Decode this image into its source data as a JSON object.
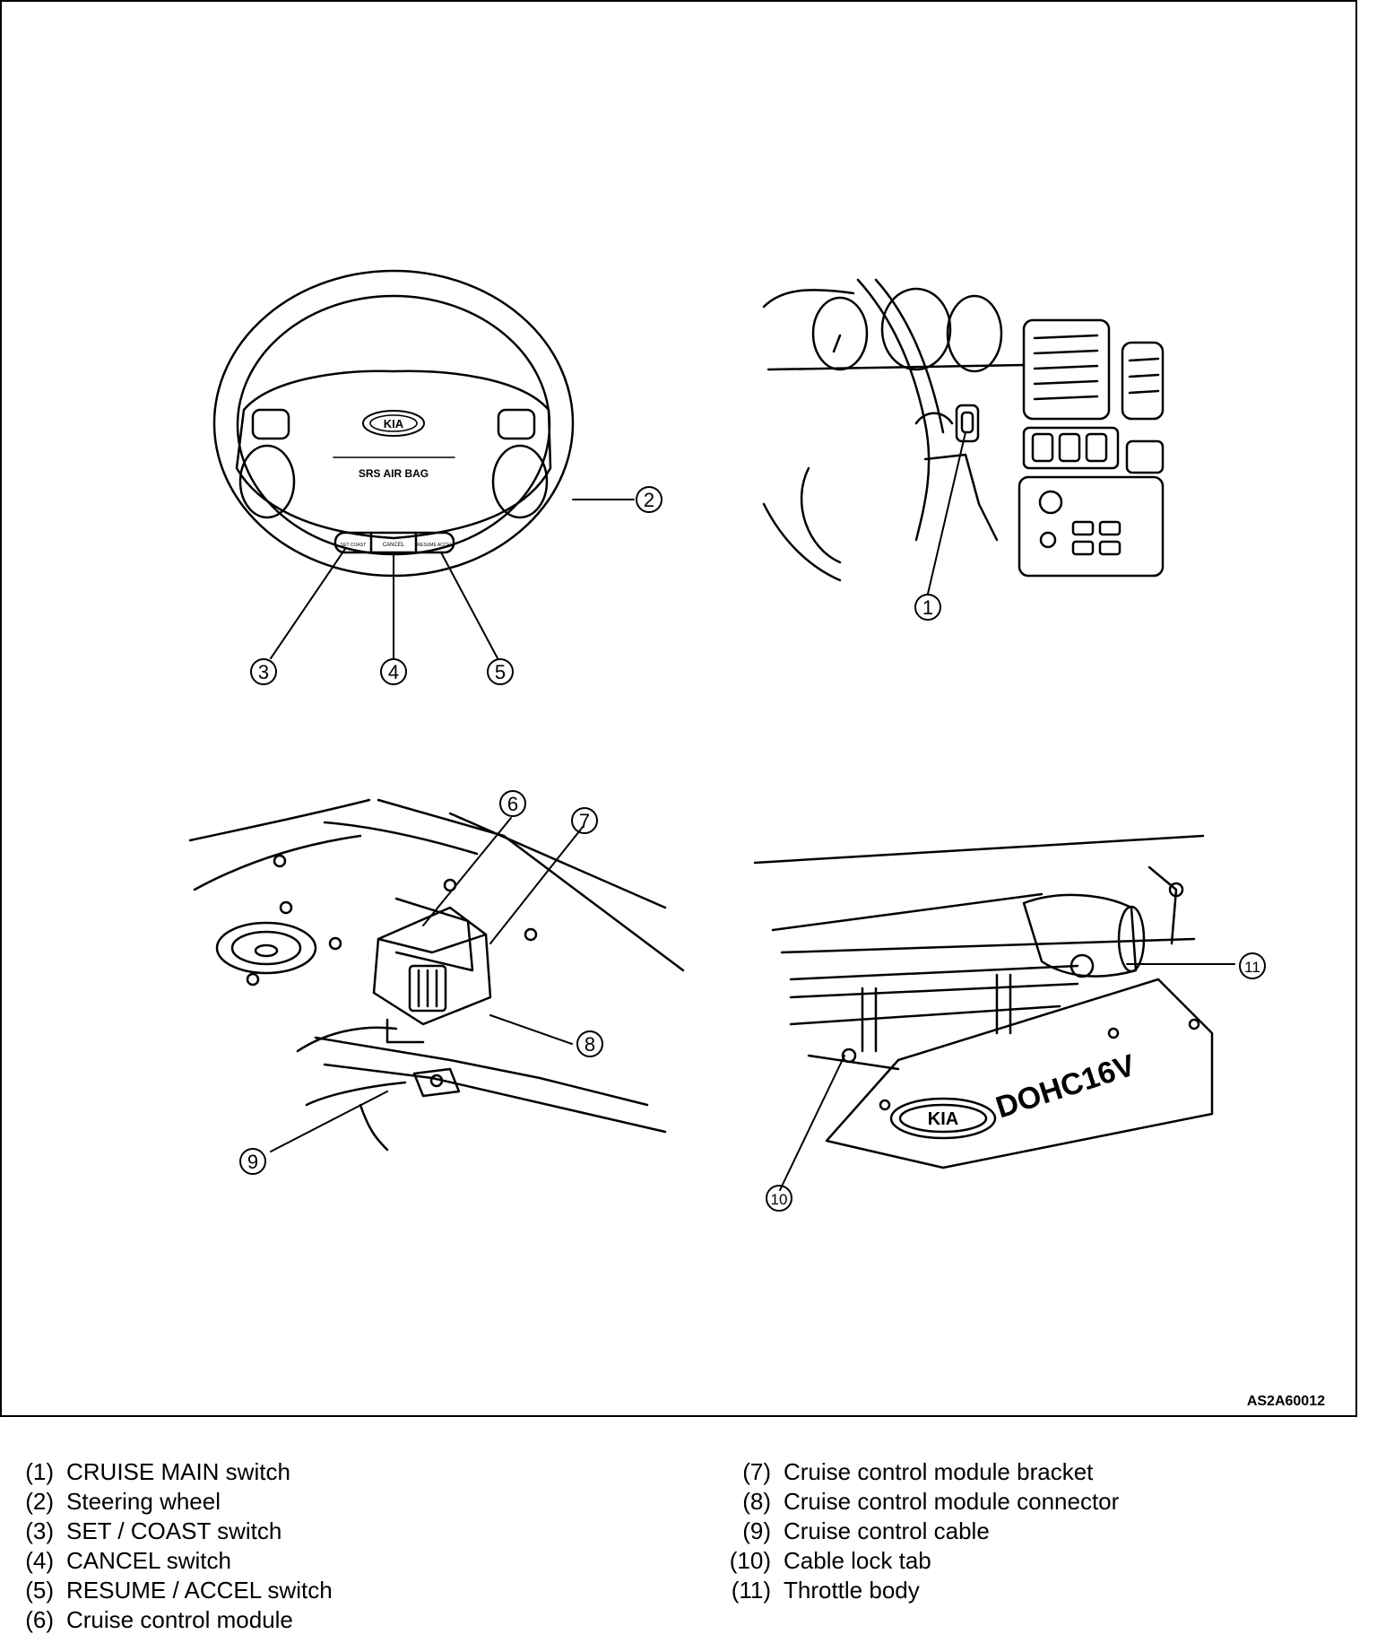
{
  "figure": {
    "code": "AS2A60012",
    "wheel_text": {
      "logo": "KIA",
      "airbag": "SRS AIR BAG",
      "set": "SET COAST",
      "cancel": "CANCEL",
      "resume": "RESUME ACCEL"
    },
    "engine_text": {
      "logo": "KIA",
      "cover": "DOHC16V"
    },
    "callouts": [
      "1",
      "2",
      "3",
      "4",
      "5",
      "6",
      "7",
      "8",
      "9",
      "10",
      "11"
    ]
  },
  "legend": {
    "left": [
      {
        "num": "(1)",
        "label": "CRUISE MAIN switch"
      },
      {
        "num": "(2)",
        "label": "Steering wheel"
      },
      {
        "num": "(3)",
        "label": "SET / COAST switch"
      },
      {
        "num": "(4)",
        "label": "CANCEL switch"
      },
      {
        "num": "(5)",
        "label": "RESUME / ACCEL switch"
      },
      {
        "num": "(6)",
        "label": "Cruise control module"
      }
    ],
    "right": [
      {
        "num": "(7)",
        "label": "Cruise control module bracket"
      },
      {
        "num": "(8)",
        "label": "Cruise control module connector"
      },
      {
        "num": "(9)",
        "label": "Cruise control cable"
      },
      {
        "num": "(10)",
        "label": "Cable lock tab"
      },
      {
        "num": "(11)",
        "label": "Throttle body"
      }
    ]
  }
}
